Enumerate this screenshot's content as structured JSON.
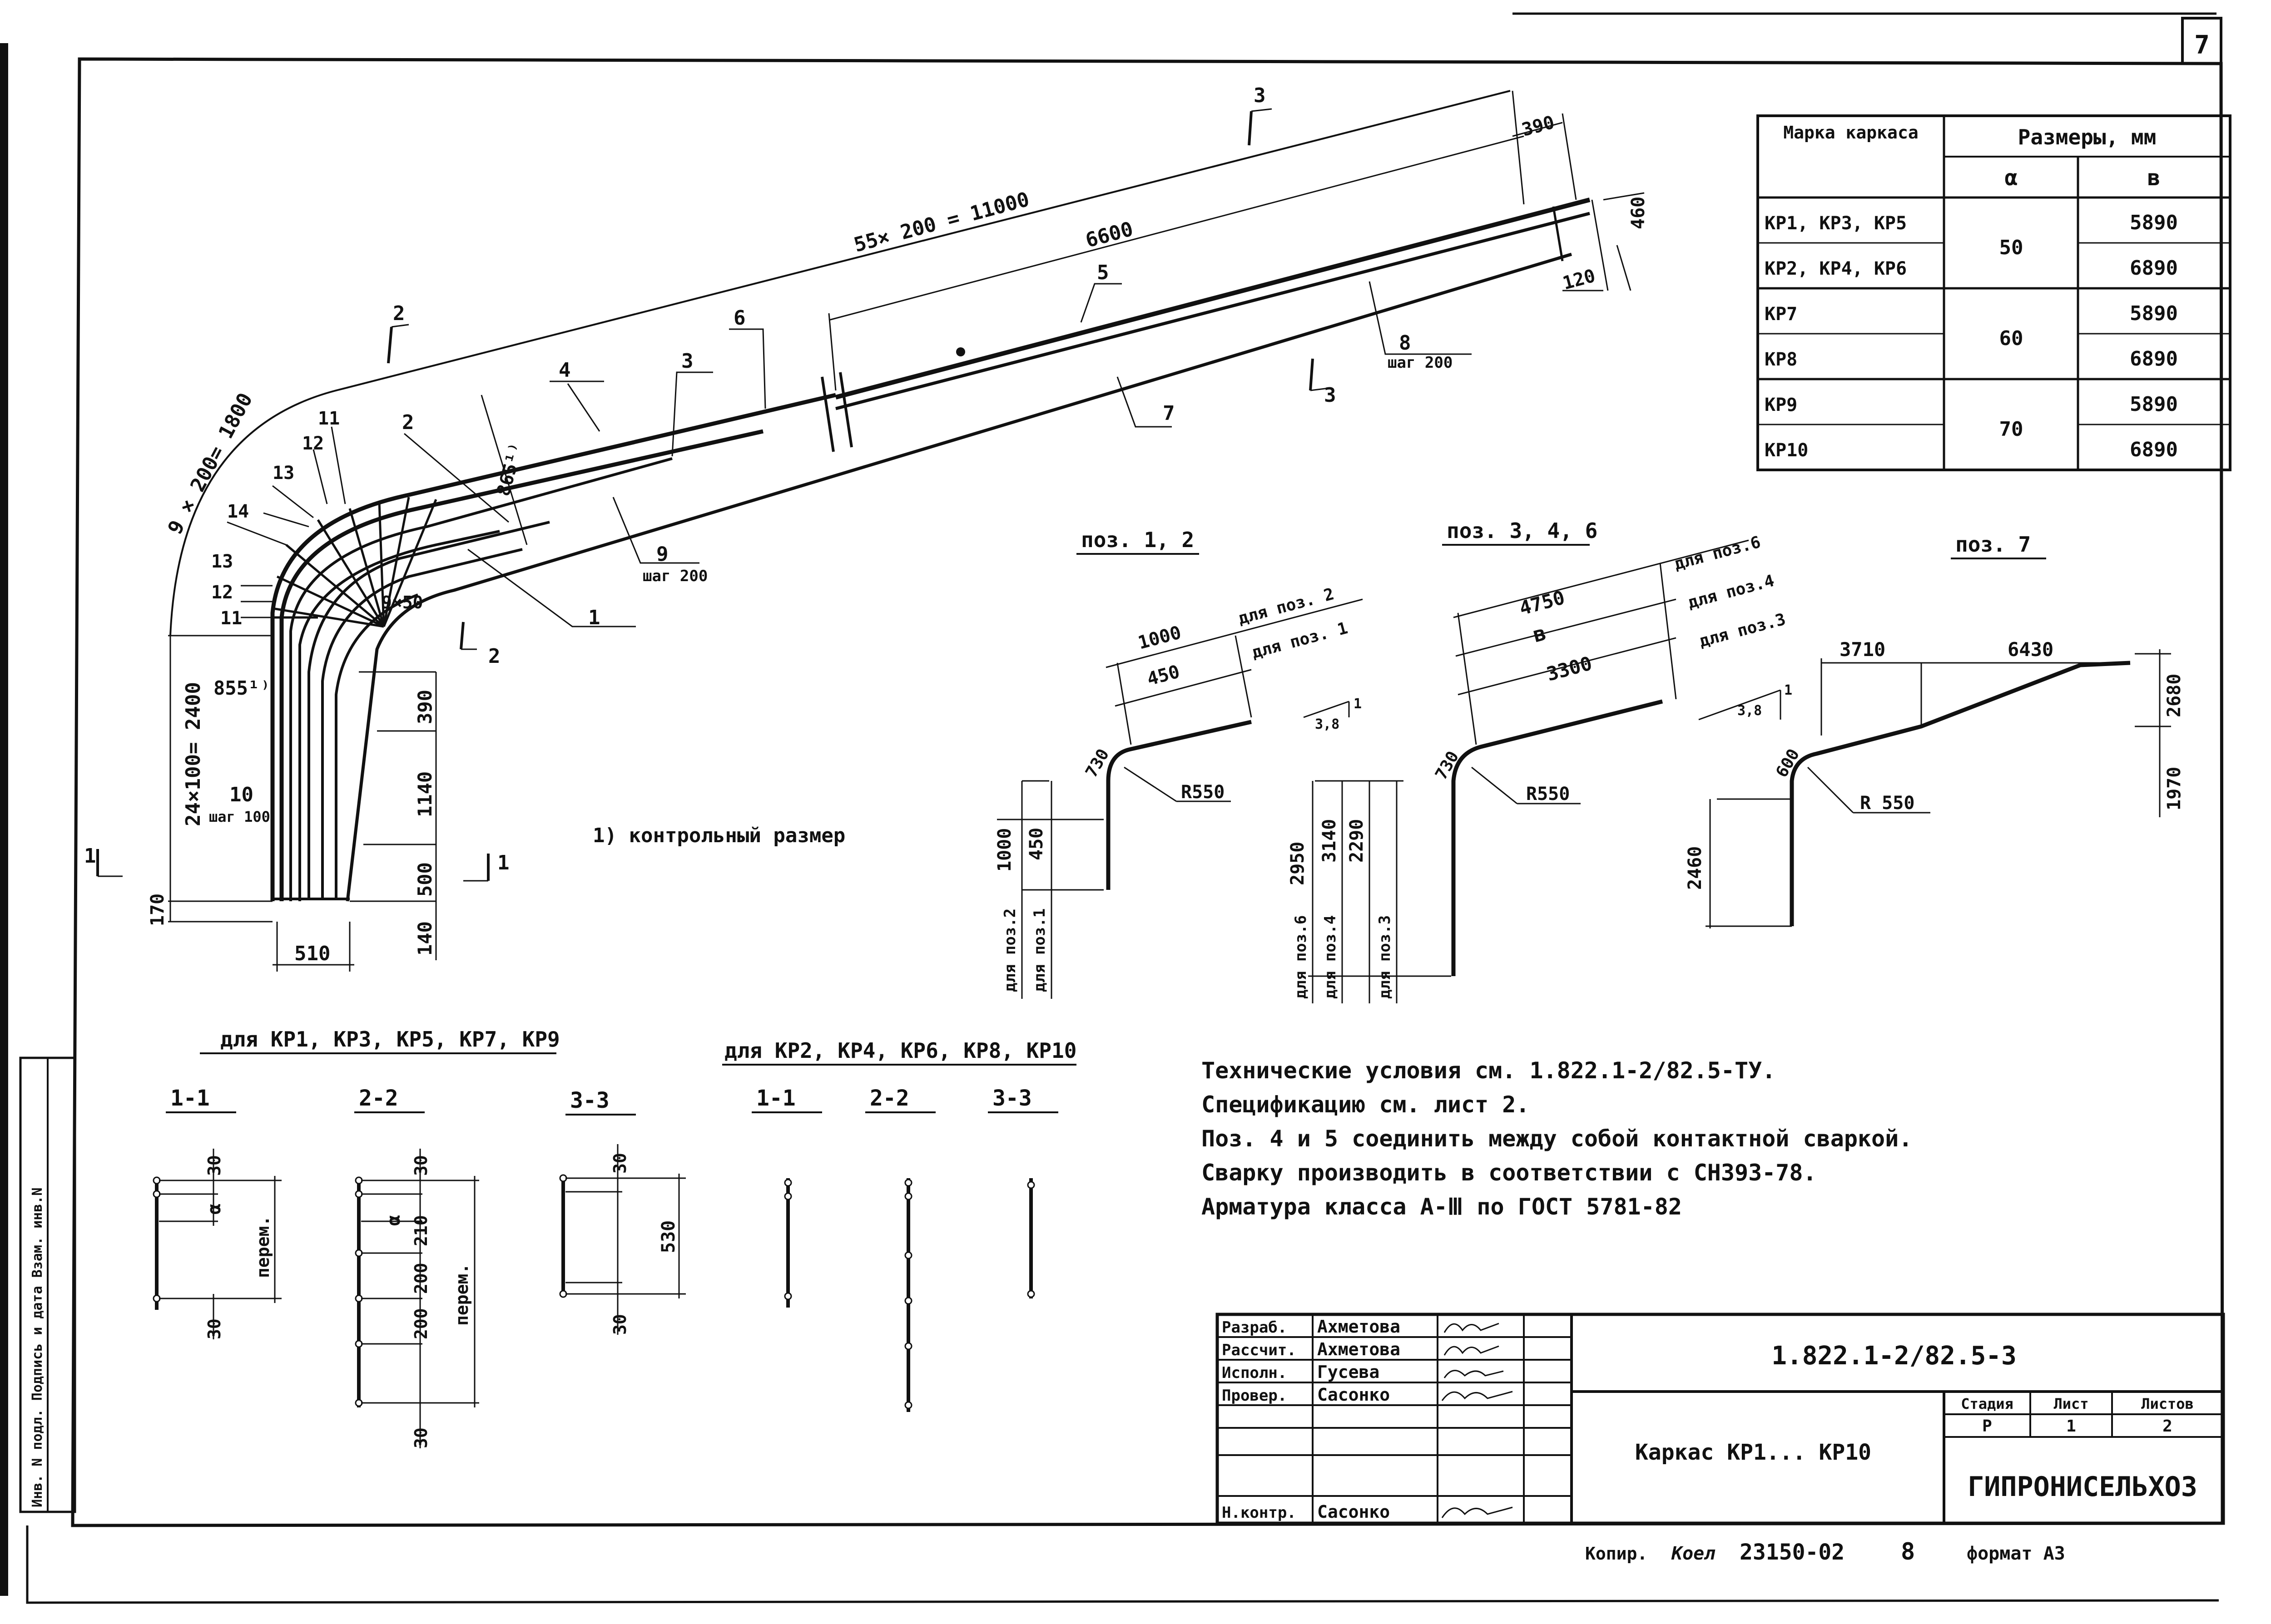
{
  "sheet": {
    "number": "7",
    "format": "формат А3",
    "copy_label": "Копир.",
    "copy_signature": "Коел",
    "order_no": "23150-02",
    "order_mark": "8"
  },
  "side_stamp": "Инв. N подл. Подпись и дата Взам. инв.N",
  "table": {
    "h_mark": "Марка каркаса",
    "h_sizes": "Размеры, мм",
    "h_a": "α",
    "h_b": "в",
    "rows": [
      {
        "mark": "КР1, КР3, КР5",
        "a": "50",
        "b": "5890"
      },
      {
        "mark": "КР2, КР4, КР6",
        "a": "",
        "b": "6890"
      },
      {
        "mark": "КР7",
        "a": "60",
        "b": "5890"
      },
      {
        "mark": "КР8",
        "a": "",
        "b": "6890"
      },
      {
        "mark": "КР9",
        "a": "70",
        "b": "5890"
      },
      {
        "mark": "КР10",
        "a": "",
        "b": "6890"
      }
    ]
  },
  "main": {
    "dim_top": "55× 200 = 11000",
    "dim_6600": "6600",
    "dim_390": "390",
    "dim_460": "460",
    "dim_120": "120",
    "dim_arc": "9 × 200= 1800",
    "dim_vert": "24×100= 2400",
    "dim_865": "865¹⁾",
    "dim_855": "855¹⁾",
    "dim_9x50": "9×50",
    "dim_390b": "390",
    "dim_1140": "1140",
    "dim_500": "500",
    "dim_140": "140",
    "dim_170": "170",
    "dim_510": "510",
    "pos": [
      "1",
      "2",
      "3",
      "4",
      "5",
      "6",
      "7",
      "8",
      "9",
      "10",
      "11",
      "12",
      "13",
      "14",
      "11",
      "12",
      "13"
    ],
    "step200a": "шаг 200",
    "step200b": "шаг 200",
    "step100": "шаг 100",
    "sec2": "2",
    "sec3": "3",
    "sec1": "1",
    "note": "1) контрольный размер"
  },
  "pos12": {
    "title": "поз. 1, 2",
    "d1000": "1000",
    "d450": "450",
    "for2": "для поз. 2",
    "for1": "для поз. 1",
    "d730": "730",
    "r": "R550",
    "v1000": "1000",
    "v450": "450",
    "vfor2": "для поз.2",
    "vfor1": "для поз.1",
    "slope": "3,8",
    "slope1": "1"
  },
  "pos346": {
    "title": "поз. 3, 4, 6",
    "d4750": "4750",
    "db": "в",
    "d3300": "3300",
    "for6": "для поз.6",
    "for4": "для поз.4",
    "for3": "для поз.3",
    "d730": "730",
    "r": "R550",
    "v2950": "2950",
    "v3140": "3140",
    "v2290": "2290",
    "vfor6": "для поз.6",
    "vfor4": "для поз.4",
    "vfor3": "для поз.3",
    "slope": "3,8",
    "slope1": "1"
  },
  "pos7": {
    "title": "поз. 7",
    "d3710": "3710",
    "d6430": "6430",
    "d2680": "2680",
    "d1970": "1970",
    "d600": "600",
    "r": "R 550",
    "v2460": "2460"
  },
  "sections": {
    "left_title": "для КР1, КР3, КР5, КР7, КР9",
    "right_title": "для КР2, КР4, КР6, КР8, КР10",
    "s11": "1-1",
    "s22": "2-2",
    "s33": "3-3",
    "r11": "1-1",
    "r22": "2-2",
    "r33": "3-3",
    "d30a": "30",
    "d_alpha": "α",
    "d30b": "30",
    "perem": "перем.",
    "e30a": "30",
    "e_alpha": "α",
    "e210": "210",
    "e200a": "200",
    "e200b": "200",
    "e30b": "30",
    "eperem": "перем.",
    "f30a": "30",
    "f530": "530",
    "f30b": "30"
  },
  "notes": [
    "Технические условия см. 1.822.1-2/82.5-ТУ.",
    "Спецификацию см. лист 2.",
    "Поз. 4 и 5 соединить между собой контактной сваркой.",
    "Сварку производить в соответствии с СН393-78.",
    "Арматура класса А-Ⅲ по ГОСТ 5781-82"
  ],
  "title_block": {
    "roles": [
      "Разраб.",
      "Рассчит.",
      "Исполн.",
      "Провер.",
      "",
      "",
      "Н.контр."
    ],
    "names": [
      "Ахметова",
      "Ахметова",
      "Гусева",
      "Сасонко",
      "",
      "",
      "Сасонко"
    ],
    "designation": "1.822.1-2/82.5-3",
    "name": "Каркас КР1... КР10",
    "h_stage": "Стадия",
    "h_sheet": "Лист",
    "h_sheets": "Листов",
    "stage": "Р",
    "sheet": "1",
    "sheets": "2",
    "org": "ГИПРОНИСЕЛЬХОЗ"
  }
}
